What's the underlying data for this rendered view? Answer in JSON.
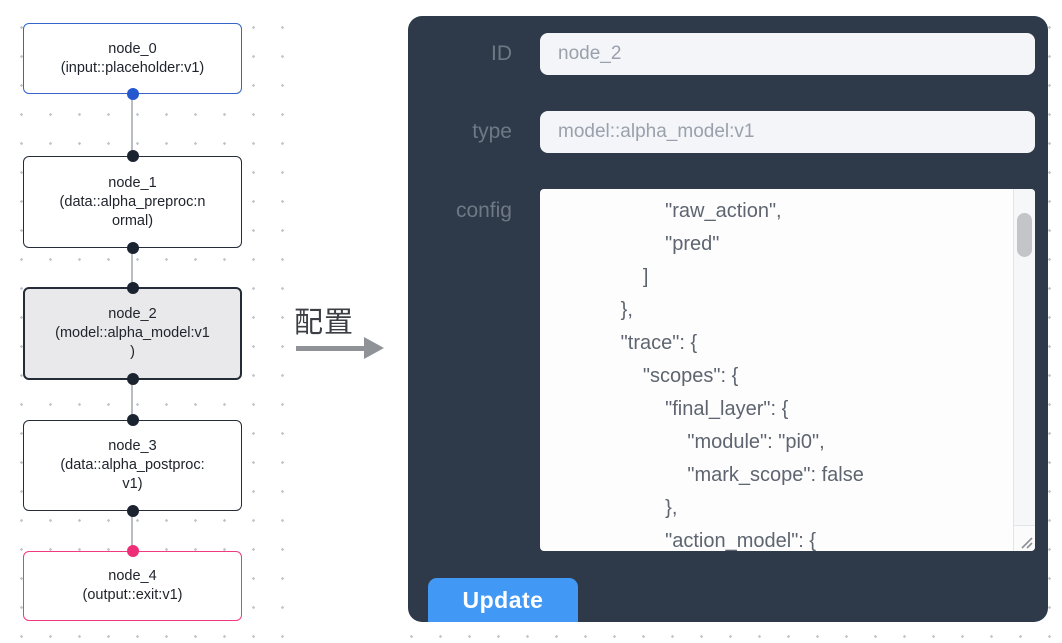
{
  "graph": {
    "nodes": [
      {
        "id": "node_0",
        "title": "node_0",
        "sub": "(input::placeholder:v1)"
      },
      {
        "id": "node_1",
        "title": "node_1",
        "sub": "(data::alpha_preproc:n\normal)"
      },
      {
        "id": "node_2",
        "title": "node_2",
        "sub": "(model::alpha_model:v1\n)"
      },
      {
        "id": "node_3",
        "title": "node_3",
        "sub": "(data::alpha_postproc:\nv1)"
      },
      {
        "id": "node_4",
        "title": "node_4",
        "sub": "(output::exit:v1)"
      }
    ],
    "selected_node": "node_2"
  },
  "annotation": {
    "label": "配置"
  },
  "panel": {
    "fields": [
      {
        "label": "ID",
        "value": "node_2"
      },
      {
        "label": "type",
        "value": "model::alpha_model:v1"
      }
    ],
    "config_label": "config",
    "config_text": "                    \"raw_action\",\n                    \"pred\"\n                ]\n            },\n            \"trace\": {\n                \"scopes\": {\n                    \"final_layer\": {\n                        \"module\": \"pi0\",\n                        \"mark_scope\": false\n                    },\n                    \"action_model\": {",
    "update_label": "Update"
  },
  "colors": {
    "panel_bg": "#2e3a49",
    "accent_button": "#4298f5",
    "node_default_border": "#252c38",
    "node_input_border": "#3565c8",
    "node_output_border": "#ee3b80",
    "selected_node_bg": "#e9e9eb",
    "port_default": "#1b2330",
    "port_input": "#2458cf",
    "port_output": "#ee2f78",
    "canvas_dot": "#c3c7cd"
  }
}
